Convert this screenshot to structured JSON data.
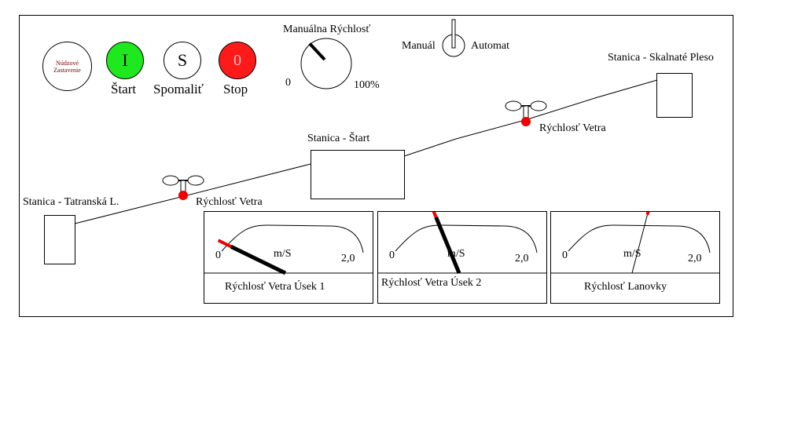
{
  "buttons": {
    "emergency": {
      "label": "Núdzové Zastavenie",
      "color": "#ff1a1a"
    },
    "start": {
      "symbol": "I",
      "label": "Štart",
      "color": "#1ee81e"
    },
    "slow": {
      "symbol": "S",
      "label": "Spomaliť",
      "color": "#ffffff"
    },
    "stop": {
      "symbol": "0",
      "label": "Stop",
      "color": "#ff1a1a"
    }
  },
  "manual_speed": {
    "title": "Manuálna Rýchlosť",
    "min_label": "0",
    "max_label": "100%",
    "value_percent": 15
  },
  "mode_switch": {
    "left_label": "Manuál",
    "right_label": "Automat",
    "selected": "neutral"
  },
  "stations": {
    "tatranska": "Stanica - Tatranská L.",
    "start": "Stanica - Štart",
    "skalnate": "Stanica - Skalnaté Pleso"
  },
  "anemometers": [
    "Rýchlosť Vetra",
    "Rýchlosť Vetra"
  ],
  "gauges": [
    {
      "title": "Rýchlosť Vetra Úsek 1",
      "unit": "m/S",
      "min": "0",
      "max": "2,0",
      "value": 0.0
    },
    {
      "title": "Rýchlosť Vetra Úsek 2",
      "unit": "m/S",
      "min": "0",
      "max": "2,0",
      "value": 0.65
    },
    {
      "title": "Rýchlosť Lanovky",
      "unit": "m/S",
      "min": "0",
      "max": "2,0",
      "value": 1.23
    }
  ]
}
